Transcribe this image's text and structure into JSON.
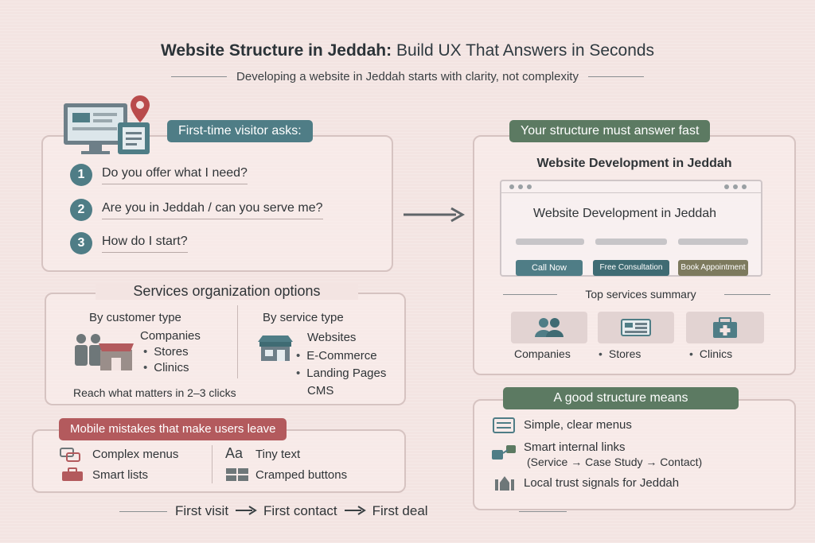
{
  "header": {
    "title_bold": "Website Structure in Jeddah:",
    "title_rest": " Build UX That Answers in Seconds",
    "subtitle": "Developing a website in Jeddah starts with clarity, not complexity"
  },
  "visitor": {
    "label": "First-time visitor asks:",
    "questions": [
      {
        "num": "1",
        "text": "Do you offer what I need?"
      },
      {
        "num": "2",
        "text": "Are you in Jeddah / can you serve me?"
      },
      {
        "num": "3",
        "text": "How do I start?"
      }
    ]
  },
  "services": {
    "title": "Services organization options",
    "customer_title": "By customer type",
    "customer_items": [
      "Companies",
      "Stores",
      "Clinics"
    ],
    "service_title": "By service type",
    "service_items": [
      "Websites",
      "E-Commerce",
      "Landing Pages",
      "CMS"
    ],
    "footer": "Reach what matters in 2–3 clicks"
  },
  "mobile": {
    "label": "Mobile mistakes that make users leave",
    "items": [
      "Complex menus",
      "Smart lists",
      "Tiny text",
      "Cramped buttons"
    ],
    "aa_glyph": "Aa"
  },
  "flow": {
    "steps": [
      "First visit",
      "First contact",
      "First deal"
    ]
  },
  "answer": {
    "label": "Your structure must answer fast",
    "heading": "Website Development in Jeddah",
    "hero_title": "Website Development in Jeddah",
    "buttons": [
      "Call Now",
      "Free Consultation",
      "Book Appointment"
    ],
    "summary_title": "Top services summary",
    "summary_items": [
      "Companies",
      "Stores",
      "Clinics"
    ]
  },
  "good": {
    "label": "A good structure means",
    "items": [
      "Simple, clear menus",
      "Smart internal links",
      "(Service → Case Study → Contact)",
      "Local trust signals for Jeddah"
    ]
  },
  "colors": {
    "blue": "#4f7d86",
    "green": "#5c7a62",
    "red": "#b35a5d",
    "background": "#f3e4e2"
  }
}
